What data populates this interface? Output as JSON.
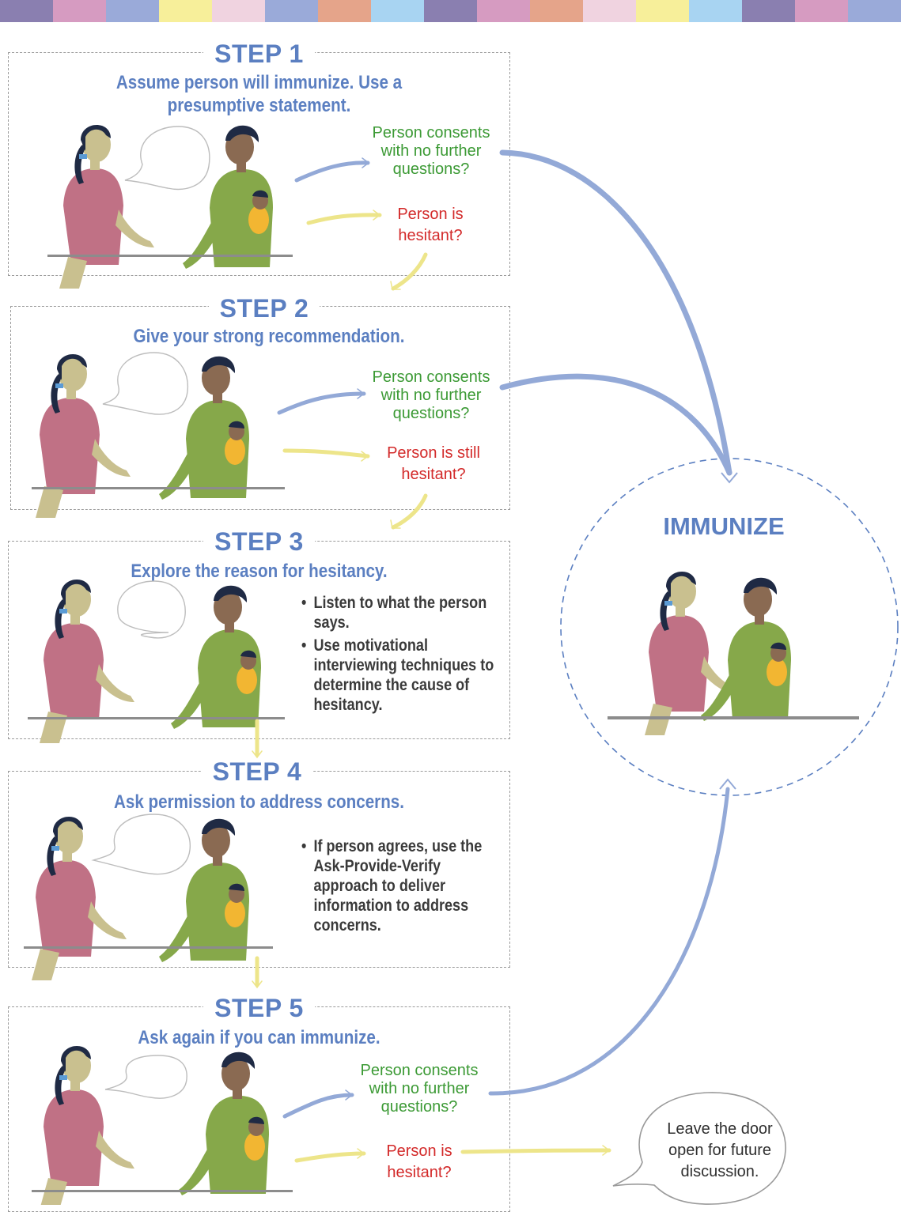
{
  "top_bar_colors": [
    "#8a7fb0",
    "#d69bc1",
    "#9aaad9",
    "#f7ef9a",
    "#f0d3e0",
    "#9aaad9",
    "#e5a48a",
    "#a8d4f2",
    "#8a7fb0",
    "#d69bc1",
    "#e5a48a",
    "#f0d3e0",
    "#f7ef9a",
    "#a8d4f2",
    "#8a7fb0",
    "#d69bc1",
    "#9aaad9"
  ],
  "colors": {
    "accent_blue": "#5b7fc1",
    "consent_green": "#3c9a35",
    "hesitant_red": "#d32a2a",
    "arrow_blue": "#93a9d7",
    "arrow_yellow": "#ede58a"
  },
  "steps": [
    {
      "title": "STEP 1",
      "subtitle_line1": "Assume person will immunize. Use a",
      "subtitle_line2": "presumptive statement.",
      "consent": [
        "Person consents",
        "with no further",
        "questions?"
      ],
      "hesitant": [
        "Person is",
        "hesitant?"
      ]
    },
    {
      "title": "STEP 2",
      "subtitle_line1": "Give your strong recommendation.",
      "consent": [
        "Person consents",
        "with no further",
        "questions?"
      ],
      "hesitant": [
        "Person is still",
        "hesitant?"
      ]
    },
    {
      "title": "STEP 3",
      "subtitle_line1": "Explore the reason for hesitancy.",
      "bullets": [
        "Listen to what the person says.",
        "Use motivational interviewing techniques to determine the cause of hesitancy."
      ]
    },
    {
      "title": "STEP 4",
      "subtitle_line1": "Ask permission to address concerns.",
      "bullets": [
        "If person agrees, use the Ask-Provide-Verify approach to deliver information to address concerns."
      ]
    },
    {
      "title": "STEP 5",
      "subtitle_line1": "Ask again if you can immunize.",
      "consent": [
        "Person consents",
        "with no further",
        "questions?"
      ],
      "hesitant": [
        "Person is",
        "hesitant?"
      ]
    }
  ],
  "immunize": {
    "title": "IMMUNIZE"
  },
  "door_bubble": {
    "line1": "Leave the door",
    "line2": "open for future",
    "line3": "discussion."
  }
}
